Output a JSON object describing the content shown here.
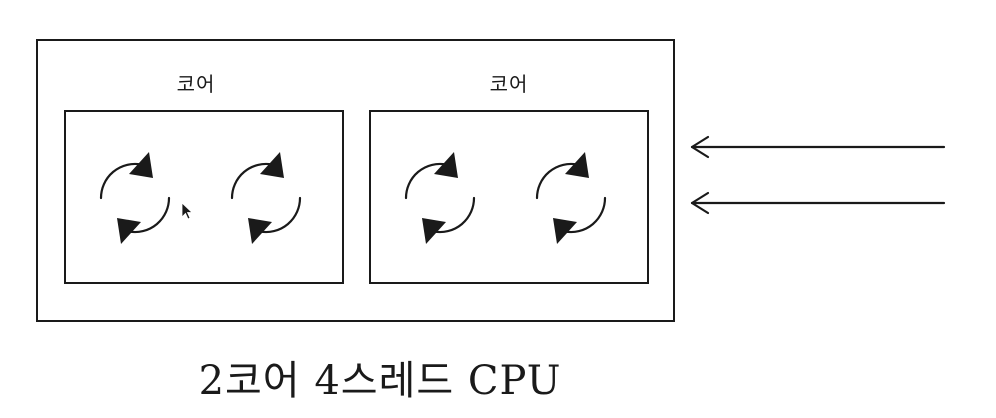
{
  "diagram": {
    "cores": [
      {
        "label": "코어",
        "threads": 2
      },
      {
        "label": "코어",
        "threads": 2
      }
    ],
    "incoming_arrows": 2,
    "caption": "2코어 4스레드 CPU"
  },
  "colors": {
    "stroke": "#1a1a1a",
    "background": "#ffffff"
  },
  "icons": {
    "thread": "circular-arrows-icon",
    "input": "left-arrow-icon",
    "pointer": "mouse-cursor-icon"
  }
}
